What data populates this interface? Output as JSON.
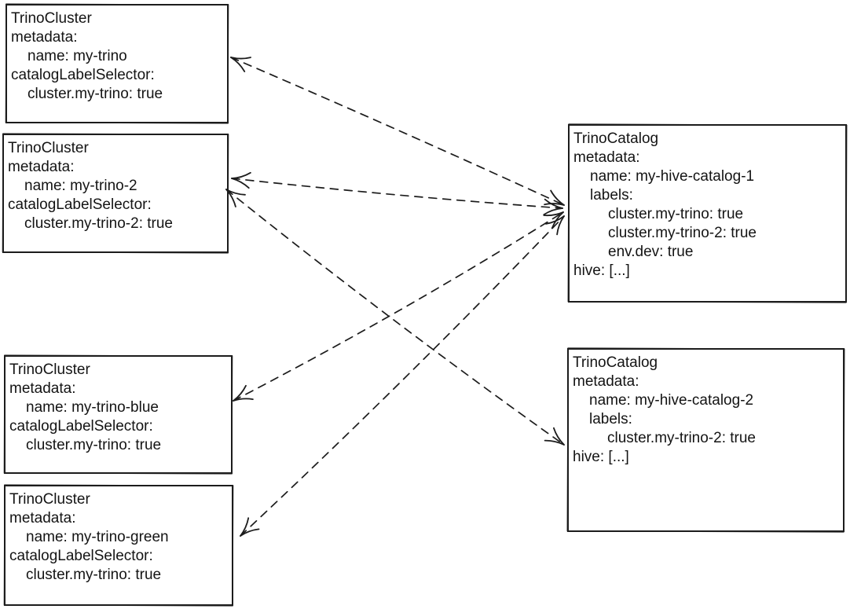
{
  "page": {
    "background": "#ffffff"
  },
  "diagram": {
    "ink_color": "#1c1c1c",
    "nodes": [
      {
        "id": "cluster-my-trino",
        "kind": "TrinoCluster",
        "lines": [
          {
            "indent": 0,
            "text": "TrinoCluster"
          },
          {
            "indent": 0,
            "text": "metadata:"
          },
          {
            "indent": 1,
            "text": "name: my-trino"
          },
          {
            "indent": 0,
            "text": "catalogLabelSelector:"
          },
          {
            "indent": 1,
            "text": "cluster.my-trino: true"
          }
        ]
      },
      {
        "id": "cluster-my-trino-2",
        "kind": "TrinoCluster",
        "lines": [
          {
            "indent": 0,
            "text": "TrinoCluster"
          },
          {
            "indent": 0,
            "text": "metadata:"
          },
          {
            "indent": 1,
            "text": "name: my-trino-2"
          },
          {
            "indent": 0,
            "text": "catalogLabelSelector:"
          },
          {
            "indent": 1,
            "text": "cluster.my-trino-2: true"
          }
        ]
      },
      {
        "id": "cluster-my-trino-blue",
        "kind": "TrinoCluster",
        "lines": [
          {
            "indent": 0,
            "text": "TrinoCluster"
          },
          {
            "indent": 0,
            "text": "metadata:"
          },
          {
            "indent": 1,
            "text": "name: my-trino-blue"
          },
          {
            "indent": 0,
            "text": "catalogLabelSelector:"
          },
          {
            "indent": 1,
            "text": "cluster.my-trino: true"
          }
        ]
      },
      {
        "id": "cluster-my-trino-green",
        "kind": "TrinoCluster",
        "lines": [
          {
            "indent": 0,
            "text": "TrinoCluster"
          },
          {
            "indent": 0,
            "text": "metadata:"
          },
          {
            "indent": 1,
            "text": "name: my-trino-green"
          },
          {
            "indent": 0,
            "text": "catalogLabelSelector:"
          },
          {
            "indent": 1,
            "text": "cluster.my-trino: true"
          }
        ]
      },
      {
        "id": "catalog-my-hive-catalog-1",
        "kind": "TrinoCatalog",
        "lines": [
          {
            "indent": 0,
            "text": "TrinoCatalog"
          },
          {
            "indent": 0,
            "text": "metadata:"
          },
          {
            "indent": 1,
            "text": "name: my-hive-catalog-1"
          },
          {
            "indent": 1,
            "text": "labels:"
          },
          {
            "indent": 2,
            "text": "cluster.my-trino: true"
          },
          {
            "indent": 2,
            "text": "cluster.my-trino-2: true"
          },
          {
            "indent": 2,
            "text": "env.dev: true"
          },
          {
            "indent": 0,
            "text": "hive: [...]"
          }
        ]
      },
      {
        "id": "catalog-my-hive-catalog-2",
        "kind": "TrinoCatalog",
        "lines": [
          {
            "indent": 0,
            "text": "TrinoCatalog"
          },
          {
            "indent": 0,
            "text": "metadata:"
          },
          {
            "indent": 1,
            "text": "name: my-hive-catalog-2"
          },
          {
            "indent": 1,
            "text": "labels:"
          },
          {
            "indent": 2,
            "text": "cluster.my-trino-2: true"
          },
          {
            "indent": 0,
            "text": "hive: [...]"
          }
        ]
      }
    ],
    "edges": [
      {
        "from": "cluster-my-trino",
        "to": "catalog-my-hive-catalog-1",
        "line_style": "dashed",
        "arrowheads": "both"
      },
      {
        "from": "cluster-my-trino-2",
        "to": "catalog-my-hive-catalog-1",
        "line_style": "dashed",
        "arrowheads": "both"
      },
      {
        "from": "cluster-my-trino-2",
        "to": "catalog-my-hive-catalog-2",
        "line_style": "dashed",
        "arrowheads": "both"
      },
      {
        "from": "cluster-my-trino-blue",
        "to": "catalog-my-hive-catalog-1",
        "line_style": "dashed",
        "arrowheads": "both"
      },
      {
        "from": "cluster-my-trino-green",
        "to": "catalog-my-hive-catalog-1",
        "line_style": "dashed",
        "arrowheads": "both"
      }
    ]
  }
}
